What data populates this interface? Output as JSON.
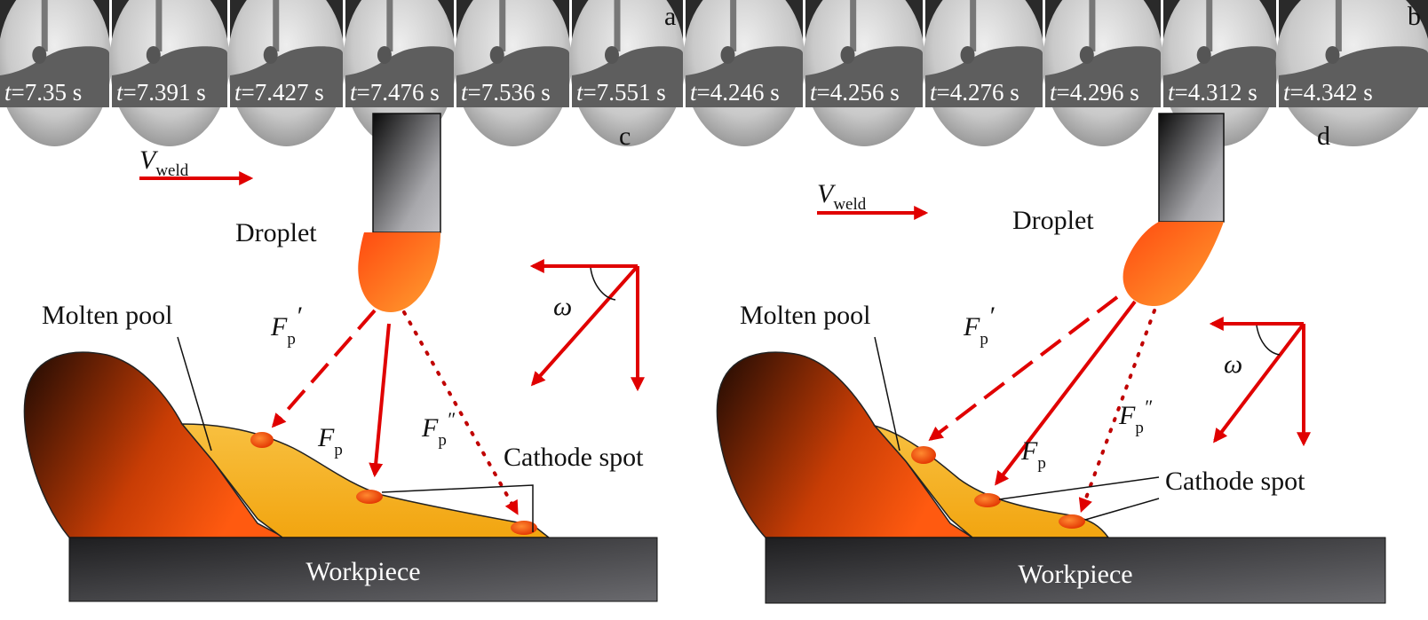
{
  "panel_a": {
    "label": "a",
    "frames": [
      {
        "t": "t",
        "value": "=7.35 s"
      },
      {
        "t": "t",
        "value": "=7.391 s"
      },
      {
        "t": "t",
        "value": "=7.427 s"
      },
      {
        "t": "t",
        "value": "=7.476 s"
      },
      {
        "t": "t",
        "value": "=7.536 s"
      },
      {
        "t": "t",
        "value": "=7.551 s"
      }
    ]
  },
  "panel_b": {
    "label": "b",
    "frames": [
      {
        "t": "t",
        "value": "=4.246 s"
      },
      {
        "t": "t",
        "value": "=4.256 s"
      },
      {
        "t": "t",
        "value": "=4.276 s"
      },
      {
        "t": "t",
        "value": "=4.296 s"
      },
      {
        "t": "t",
        "value": "=4.312 s"
      },
      {
        "t": "t",
        "value": "=4.342 s"
      }
    ]
  },
  "panel_c": {
    "label": "c",
    "v_symbol": "V",
    "v_sub": "weld",
    "droplet": "Droplet",
    "molten_pool": "Molten pool",
    "fp_prime": "F",
    "fp_prime_sub": "p",
    "fp_prime_mark": "′",
    "fp": "F",
    "fp_sub": "p",
    "fp_dprime": "F",
    "fp_dprime_sub": "p",
    "fp_dprime_mark": "″",
    "cathode_spot": "Cathode spot",
    "omega": "ω",
    "workpiece": "Workpiece"
  },
  "panel_d": {
    "label": "d",
    "v_symbol": "V",
    "v_sub": "weld",
    "droplet": "Droplet",
    "molten_pool": "Molten pool",
    "fp_prime": "F",
    "fp_prime_sub": "p",
    "fp_prime_mark": "′",
    "fp": "F",
    "fp_sub": "p",
    "fp_dprime": "F",
    "fp_dprime_sub": "p",
    "fp_dprime_mark": "″",
    "cathode_spot": "Cathode spot",
    "omega": "ω",
    "workpiece": "Workpiece"
  },
  "colors": {
    "arrow": "#e00000",
    "pool": "#f6b21a",
    "workpiece": "#3a3a3c"
  }
}
